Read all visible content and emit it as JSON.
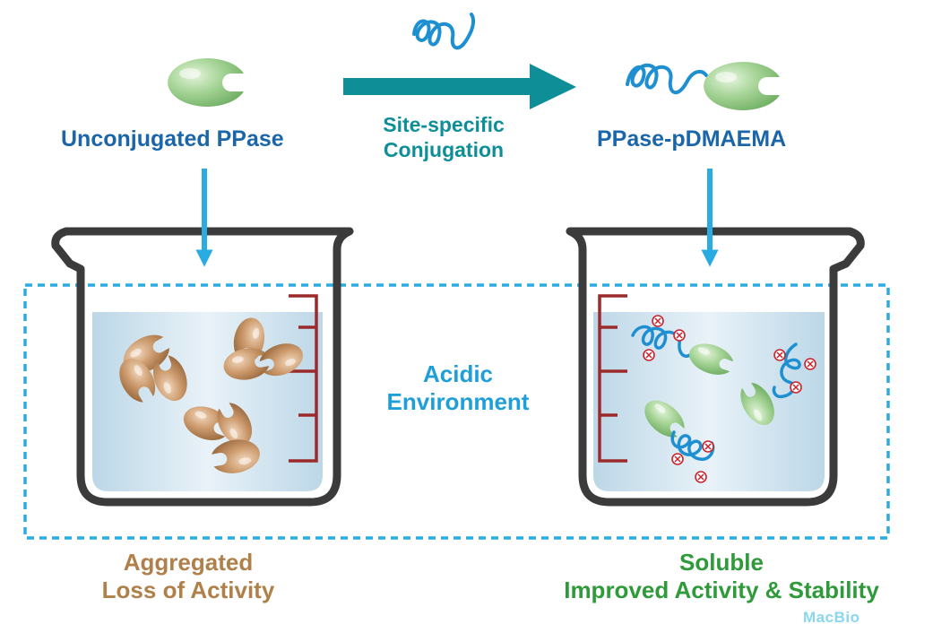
{
  "labels": {
    "unconjugated": "Unconjugated PPase",
    "conjugation_line1": "Site-specific",
    "conjugation_line2": "Conjugation",
    "conjugate": "PPase-pDMAEMA",
    "environment_line1": "Acidic",
    "environment_line2": "Environment",
    "left_outcome_line1": "Aggregated",
    "left_outcome_line2": "Loss of Activity",
    "right_outcome_line1": "Soluble",
    "right_outcome_line2": "Improved Activity & Stability",
    "watermark": "MacBio"
  },
  "colors": {
    "title_blue": "#1a66a8",
    "teal": "#0e8f98",
    "arrow_cyan": "#2aace2",
    "environment_blue": "#1f9fd8",
    "aggregated_brown": "#b0804a",
    "soluble_green": "#2f9a3a",
    "protein_green": "#a9d69a",
    "aggregate_tan": "#c99466",
    "beaker_wall": "#3b3b3b",
    "liquid": "#d2e5ef",
    "scale_red": "#9c2a2a",
    "polymer_blue": "#1e8fd0",
    "charge_red": "#c8252d",
    "watermark": "#7dd3ee"
  }
}
